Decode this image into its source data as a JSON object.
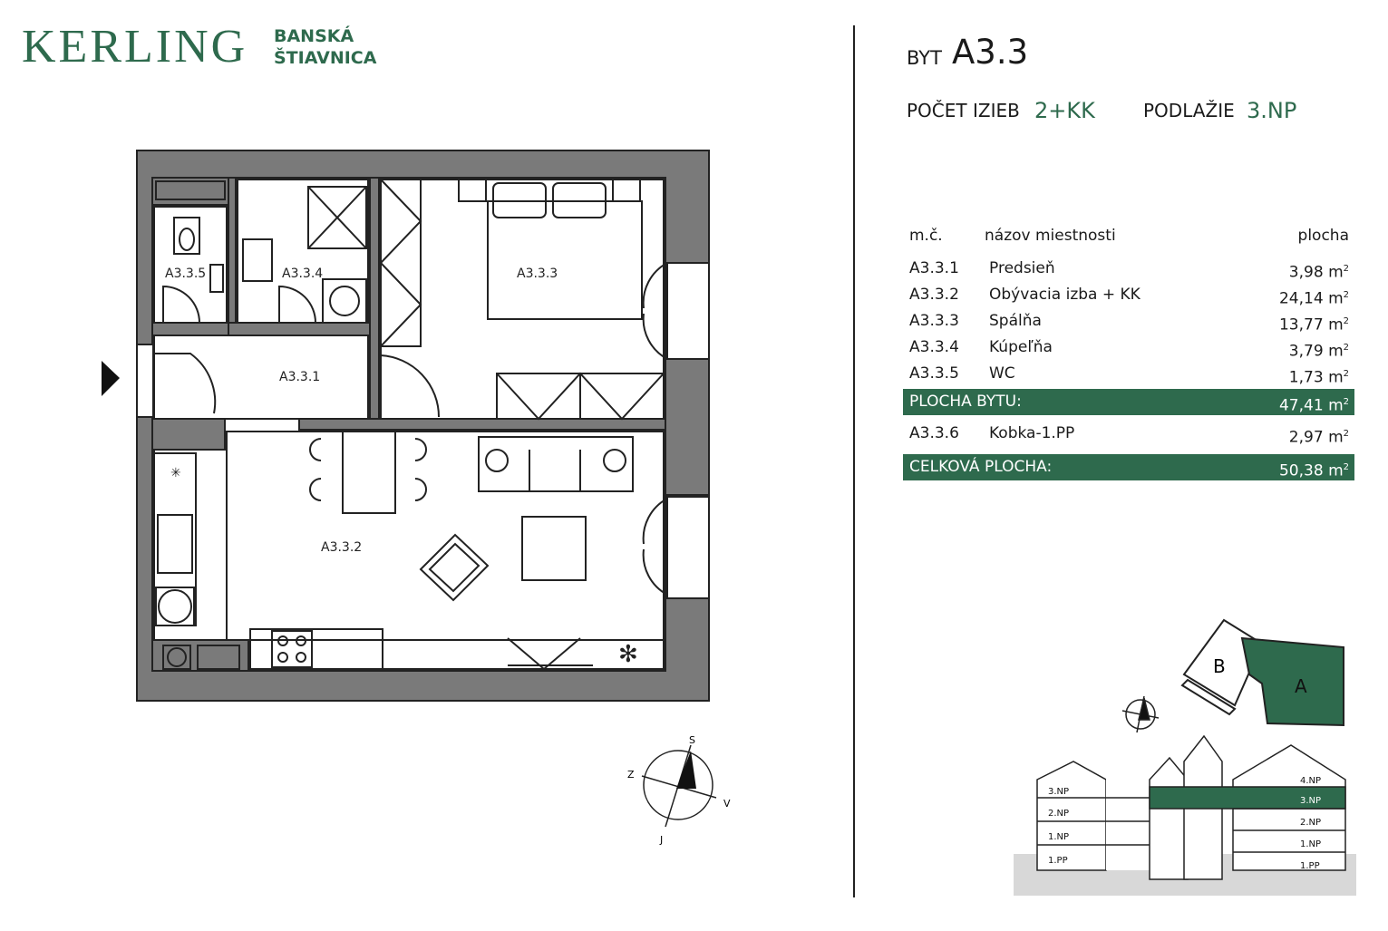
{
  "header": {
    "brand": "KERLING",
    "brand_sub_line1": "BANSKÁ",
    "brand_sub_line2": "ŠTIAVNICA"
  },
  "unit": {
    "label": "BYT",
    "code": "A3.3",
    "rooms_label": "POČET IZIEB",
    "rooms_value": "2+KK",
    "floor_label": "PODLAŽIE",
    "floor_value": "3.NP"
  },
  "table": {
    "headers": [
      "m.č.",
      "názov miestnosti",
      "plocha"
    ],
    "rows": [
      {
        "id": "A3.3.1",
        "name": "Predsieň",
        "area": "3,98"
      },
      {
        "id": "A3.3.2",
        "name": "Obývacia izba + KK",
        "area": "24,14"
      },
      {
        "id": "A3.3.3",
        "name": "Spálňa",
        "area": "13,77"
      },
      {
        "id": "A3.3.4",
        "name": "Kúpeľňa",
        "area": "3,79"
      },
      {
        "id": "A3.3.5",
        "name": "WC",
        "area": "1,73"
      }
    ],
    "subtotal": {
      "label": "PLOCHA BYTU:",
      "area": "47,41"
    },
    "extra": {
      "id": "A3.3.6",
      "name": "Kobka-1.PP",
      "area": "2,97"
    },
    "total": {
      "label": "CELKOVÁ PLOCHA:",
      "area": "50,38"
    },
    "unit_suffix": "m",
    "unit_exp": "2"
  },
  "plan": {
    "rooms": {
      "r1": "A3.3.1",
      "r2": "A3.3.2",
      "r3": "A3.3.3",
      "r4": "A3.3.4",
      "r5": "A3.3.5"
    },
    "compass": {
      "s": "S",
      "v": "V",
      "j": "J",
      "z": "Z"
    }
  },
  "site": {
    "building_a": "A",
    "building_b": "B",
    "floors_left": [
      "3.NP",
      "2.NP",
      "1.NP",
      "1.PP"
    ],
    "floors_right": [
      "4.NP",
      "3.NP",
      "2.NP",
      "1.NP",
      "1.PP"
    ]
  },
  "colors": {
    "brand_green": "#2e6a4d"
  }
}
